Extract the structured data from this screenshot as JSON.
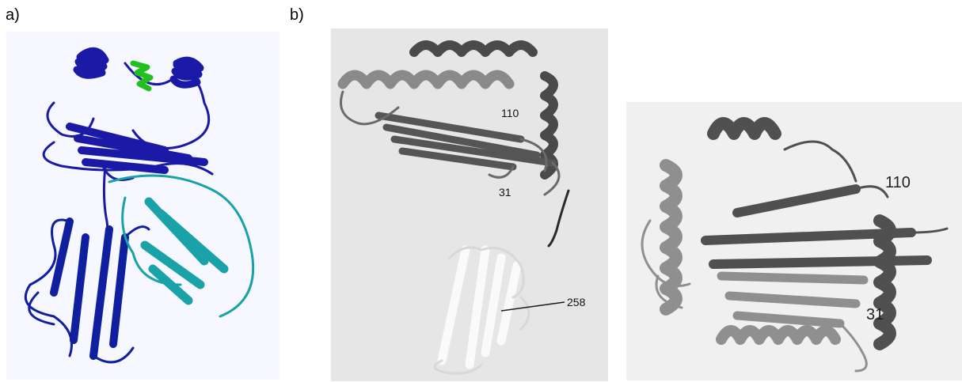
{
  "panels": {
    "a": {
      "label": "a)",
      "colors": {
        "background": "#f7f7ff",
        "domain_upper": "#1a1aa6",
        "domain_lower": "#0f1f9e",
        "domain_cyan": "#19a3a8",
        "ligand": "#22c01e"
      }
    },
    "b": {
      "label": "b)",
      "colors": {
        "background": "#e6e6e6",
        "helix_dark": "#4a4a4a",
        "helix_mid": "#8a8a8a",
        "domain_white": "#fafafa",
        "pointer": "#1a1a1a"
      },
      "residues": {
        "r110": "110",
        "r31": "31",
        "r258": "258"
      }
    },
    "c": {
      "colors": {
        "background": "#f0f0f0",
        "dark": "#505050",
        "light": "#8f8f8f"
      },
      "residues": {
        "r110": "110",
        "r31": "31"
      }
    }
  }
}
